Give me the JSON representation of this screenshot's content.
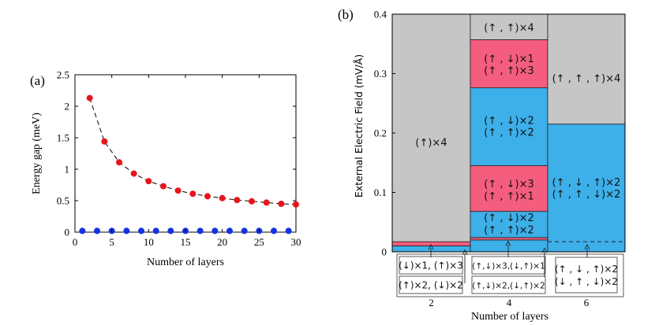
{
  "chart_data": [
    {
      "panel_label": "(a)",
      "type": "scatter",
      "xlabel": "Number of layers",
      "ylabel": "Energy gap (meV)",
      "xlim": [
        0,
        30
      ],
      "ylim": [
        0,
        2.5
      ],
      "x_ticks": [
        "0",
        "5",
        "10",
        "15",
        "20",
        "25",
        "30"
      ],
      "y_ticks": [
        "0",
        "0.5",
        "1",
        "1.5",
        "2",
        "2.5"
      ],
      "series": [
        {
          "color": "#e8141c",
          "x": [
            2,
            4,
            6,
            8,
            10,
            12,
            14,
            16,
            18,
            20,
            22,
            24,
            26,
            28,
            30
          ],
          "y": [
            2.13,
            1.44,
            1.11,
            0.93,
            0.81,
            0.73,
            0.66,
            0.61,
            0.57,
            0.54,
            0.51,
            0.49,
            0.47,
            0.45,
            0.44
          ]
        },
        {
          "color": "#1432e0",
          "x": [
            1,
            3,
            5,
            7,
            9,
            11,
            13,
            15,
            17,
            19,
            21,
            23,
            25,
            27,
            29
          ],
          "y": [
            0.02,
            0.02,
            0.02,
            0.02,
            0.02,
            0.02,
            0.02,
            0.02,
            0.02,
            0.02,
            0.02,
            0.02,
            0.02,
            0.02,
            0.02
          ]
        }
      ],
      "fit_curve": "dashed"
    },
    {
      "panel_label": "(b)",
      "type": "bar",
      "xlabel": "Number of layers",
      "ylabel": "External Electric Field (mV/Å)",
      "ylim": [
        0,
        0.4
      ],
      "y_ticks": [
        "0",
        "0.1",
        "0.2",
        "0.3",
        "0.4"
      ],
      "categories": [
        "2",
        "4",
        "6"
      ],
      "colors": {
        "gray": "#c6c6c6",
        "red": "#f45d7e",
        "blue": "#3dafe9"
      },
      "columns": [
        {
          "label": "2",
          "regions": [
            {
              "y0": 0,
              "y1": 0.01,
              "color": "blue"
            },
            {
              "y0": 0.01,
              "y1": 0.017,
              "color": "red"
            },
            {
              "y0": 0.017,
              "y1": 0.4,
              "color": "gray"
            }
          ],
          "texts": [
            {
              "text": "(↑)×4",
              "y": 0.185
            }
          ]
        },
        {
          "label": "4",
          "regions": [
            {
              "y0": 0,
              "y1": 0.02,
              "color": "blue"
            },
            {
              "y0": 0.02,
              "y1": 0.024,
              "color": "red"
            },
            {
              "y0": 0.024,
              "y1": 0.068,
              "color": "blue"
            },
            {
              "y0": 0.068,
              "y1": 0.145,
              "color": "red"
            },
            {
              "y0": 0.145,
              "y1": 0.276,
              "color": "blue"
            },
            {
              "y0": 0.276,
              "y1": 0.357,
              "color": "red"
            },
            {
              "y0": 0.357,
              "y1": 0.4,
              "color": "gray"
            }
          ],
          "texts": [
            {
              "text": "(↑ , ↑)×4",
              "y": 0.378
            },
            {
              "text": "(↑ , ↓)×1",
              "y": 0.326
            },
            {
              "text": "(↑ , ↑)×3",
              "y": 0.306
            },
            {
              "text": "(↑ , ↓)×2",
              "y": 0.222
            },
            {
              "text": "(↑ , ↑)×2",
              "y": 0.202
            },
            {
              "text": "(↑ , ↓)×3",
              "y": 0.115
            },
            {
              "text": "(↑ , ↑)×1",
              "y": 0.095
            },
            {
              "text": "(↑ , ↓)×2",
              "y": 0.058
            },
            {
              "text": "(↑ , ↑)×2",
              "y": 0.038
            }
          ]
        },
        {
          "label": "6",
          "regions": [
            {
              "y0": 0,
              "y1": 0.215,
              "color": "blue"
            },
            {
              "y0": 0.215,
              "y1": 0.4,
              "color": "gray"
            }
          ],
          "dashed_y": 0.017,
          "texts": [
            {
              "text": "(↑ , ↑ , ↑)×4",
              "y": 0.293
            },
            {
              "text": "(↑ , ↓ , ↑)×2",
              "y": 0.118
            },
            {
              "text": "(↑ , ↑ , ↓)×2",
              "y": 0.098
            }
          ]
        }
      ],
      "boxes": [
        {
          "lines": [
            "(↓)×1, (↑)×3"
          ]
        },
        {
          "lines": [
            "(↑)×2, (↓)×2"
          ]
        },
        {
          "lines": [
            "(↑,↓)×3,(↓,↑)×1"
          ]
        },
        {
          "lines": [
            "(↑,↓)×2,(↓,↑)×2"
          ]
        },
        {
          "lines": [
            "(↑ , ↓ , ↑)×2",
            "(↓ , ↑ , ↓)×2"
          ]
        }
      ]
    }
  ]
}
